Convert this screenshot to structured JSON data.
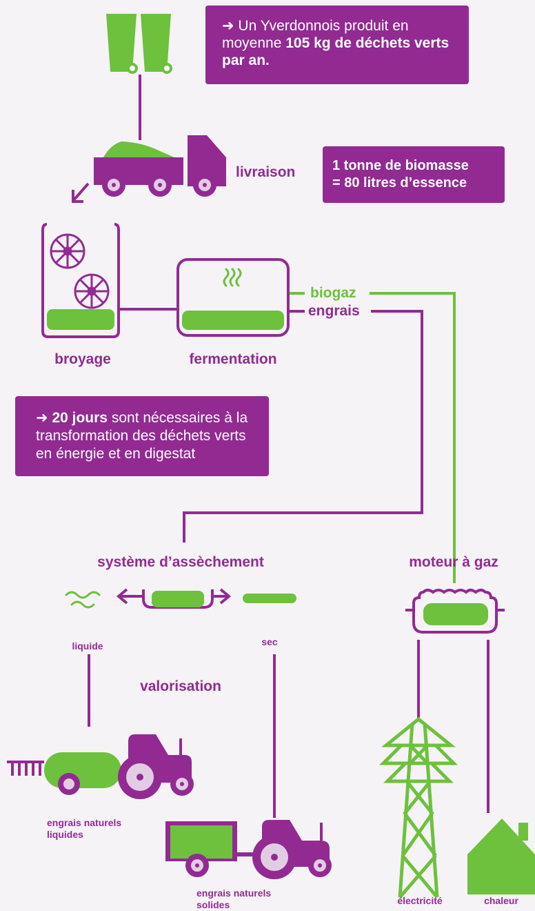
{
  "colors": {
    "purple": "#922a92",
    "green": "#6dc13c",
    "pink": "#e2cce4",
    "background": "#f6f3f7"
  },
  "info": {
    "production": {
      "lead": "➜ Un Yverdonnois produit en moyenne",
      "highlight": "105 kg de déchets verts par an."
    },
    "biomass": {
      "line1": "1 tonne de biomasse",
      "line2": "= 80 litres d’essence"
    },
    "duration": {
      "lead": "➜",
      "highlight": "20 jours",
      "rest": "sont nécessaires à la transformation des déchets verts en énergie et en digestat"
    }
  },
  "labels": {
    "livraison": "livraison",
    "broyage": "broyage",
    "fermentation": "fermentation",
    "biogaz": "biogaz",
    "engrais": "engrais",
    "assechement": "système d’assèchement",
    "moteur": "moteur à gaz",
    "liquide": "liquide",
    "sec": "sec",
    "valorisation": "valorisation",
    "engrais_liquides": "engrais naturels liquides",
    "engrais_solides": "engrais naturels solides",
    "electricite": "électricité",
    "chaleur": "chaleur"
  },
  "icons": [
    "green-bins-icon",
    "delivery-truck-icon",
    "grinder-icon",
    "fermenter-tank-icon",
    "gas-waves-icon",
    "drying-system-icon",
    "liquid-waves-icon",
    "gas-engine-icon",
    "slurry-tractor-icon",
    "trailer-tractor-icon",
    "power-pylon-icon",
    "house-icon"
  ]
}
